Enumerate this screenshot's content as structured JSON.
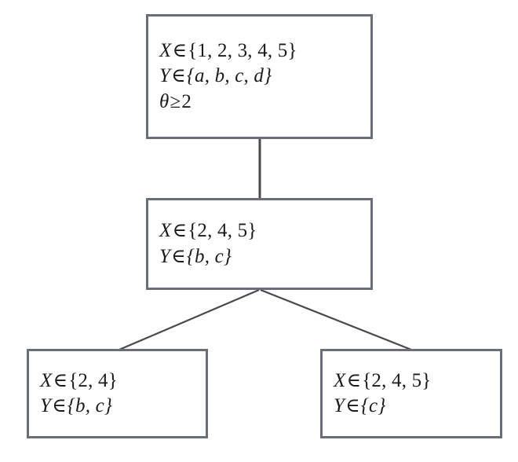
{
  "diagram": {
    "type": "constraint-search-tree",
    "background_color": "#ffffff",
    "node_border_color": "#6a6e78",
    "text_color": "#1b1b1b",
    "edge_color": "#4a4a4a",
    "nodes": [
      {
        "id": "root",
        "role": "root-node",
        "lines": [
          {
            "variable": "X",
            "relation": "∈",
            "set": "{1, 2, 3, 4, 5}",
            "text": "X∈{1, 2, 3, 4, 5}"
          },
          {
            "variable": "Y",
            "relation": "∈",
            "set": "{a, b, c, d}",
            "text": "Y∈{a, b, c, d}"
          },
          {
            "variable": "θ",
            "relation": "≥",
            "set": "2",
            "text": "θ≥2"
          }
        ]
      },
      {
        "id": "middle",
        "role": "middle-node",
        "lines": [
          {
            "variable": "X",
            "relation": "∈",
            "set": "{2, 4, 5}",
            "text": "X∈{2, 4, 5}"
          },
          {
            "variable": "Y",
            "relation": "∈",
            "set": "{b, c}",
            "text": "Y∈{b, c}"
          }
        ]
      },
      {
        "id": "leaf-left",
        "role": "leaf-node-left",
        "lines": [
          {
            "variable": "X",
            "relation": "∈",
            "set": "{2, 4}",
            "text": "X∈{2, 4}"
          },
          {
            "variable": "Y",
            "relation": "∈",
            "set": "{b, c}",
            "text": "Y∈{b, c}"
          }
        ]
      },
      {
        "id": "leaf-right",
        "role": "leaf-node-right",
        "lines": [
          {
            "variable": "X",
            "relation": "∈",
            "set": "{2, 4, 5}",
            "text": "X∈{2, 4, 5}"
          },
          {
            "variable": "Y",
            "relation": "∈",
            "set": "{c}",
            "text": "Y∈{c}"
          }
        ]
      }
    ],
    "edges": [
      {
        "id": "edge-root-middle",
        "from": "root",
        "to": "middle",
        "shape": "vertical"
      },
      {
        "id": "edge-middle-left",
        "from": "middle",
        "to": "leaf-left",
        "shape": "diagonal"
      },
      {
        "id": "edge-middle-right",
        "from": "middle",
        "to": "leaf-right",
        "shape": "diagonal"
      }
    ]
  }
}
